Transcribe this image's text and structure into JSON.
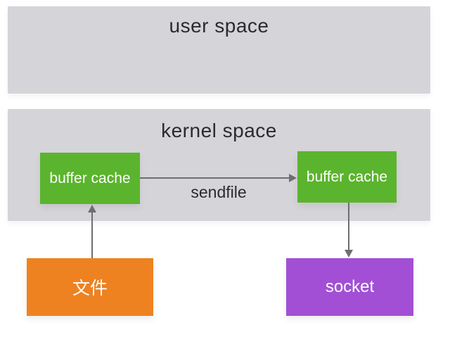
{
  "diagram": {
    "type": "flow-diagram",
    "topic": "sendfile zero-copy data flow",
    "regions": [
      {
        "id": "user-space",
        "label": "user space"
      },
      {
        "id": "kernel-space",
        "label": "kernel space"
      }
    ],
    "nodes": [
      {
        "id": "buffer-cache-left",
        "label": "buffer cache",
        "color": "#5bb42d",
        "region": "kernel-space"
      },
      {
        "id": "buffer-cache-right",
        "label": "buffer cache",
        "color": "#5bb42d",
        "region": "kernel-space"
      },
      {
        "id": "file",
        "label": "文件",
        "color": "#ee8220",
        "region": "outside"
      },
      {
        "id": "socket",
        "label": "socket",
        "color": "#a24fd5",
        "region": "outside"
      }
    ],
    "edges": [
      {
        "from": "buffer-cache-left",
        "to": "buffer-cache-right",
        "label": "sendfile",
        "direction": "right"
      },
      {
        "from": "file",
        "to": "buffer-cache-left",
        "label": "",
        "direction": "up"
      },
      {
        "from": "buffer-cache-right",
        "to": "socket",
        "label": "",
        "direction": "down"
      }
    ],
    "colors": {
      "region_background": "#d5d4d8",
      "green_node": "#5bb42d",
      "orange_node": "#ee8220",
      "purple_node": "#a24fd5",
      "arrow": "#6e6e72",
      "title_text": "#2b2b2c",
      "node_text": "#fdfdfd",
      "page_background": "#ffffff"
    }
  }
}
